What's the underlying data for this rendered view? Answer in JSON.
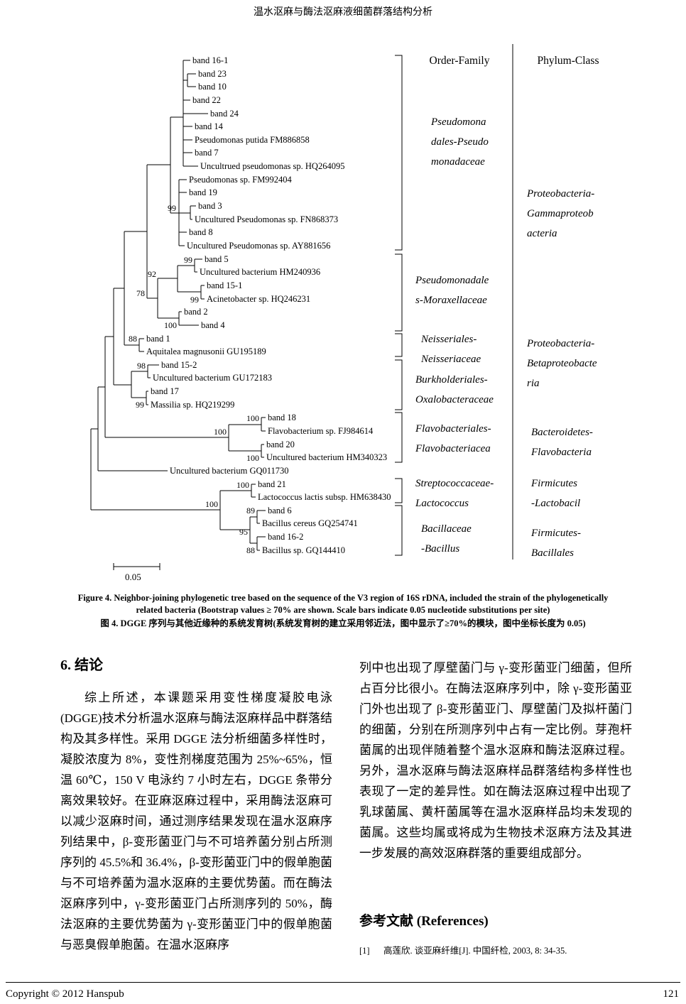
{
  "page": {
    "header_title": "温水沤麻与酶法沤麻液细菌群落结构分析",
    "footer": {
      "copyright": "Copyright © 2012 Hanspub",
      "page_number": "121"
    }
  },
  "figure": {
    "headers": {
      "order_family": "Order-Family",
      "phylum_class": "Phylum-Class"
    },
    "leaves": [
      "band 16-1",
      "band 23",
      "band 10",
      "band 22",
      "band 24",
      "band 14",
      "Pseudomonas putida FM886858",
      "band 7",
      "Uncultrued pseudomonas sp. HQ264095",
      "Pseudomonas sp. FM992404",
      "band 19",
      "band 3",
      "Uncultured Pseudomonas sp. FN868373",
      "band 8",
      "Uncultured Pseudomonas sp. AY881656",
      "band 5",
      "Uncultured bacterium HM240936",
      "band 15-1",
      "Acinetobacter sp. HQ246231",
      "band 2",
      "band 4",
      "band 1",
      "Aquitalea magnusonii GU195189",
      "band 15-2",
      "Uncultured bacterium GU172183",
      "band 17",
      "Massilia sp. HQ219299",
      "band 18",
      "Flavobacterium sp. FJ984614",
      "band 20",
      "Uncultured bacterium HM340323",
      "Uncultured bacterium GQ011730",
      "band 21",
      "Lactococcus lactis subsp. HM638430",
      "band 6",
      "Bacillus cereus GQ254741",
      "band 16-2",
      "Bacillus sp. GQ144410"
    ],
    "bootstraps": [
      "99",
      "78",
      "92",
      "99",
      "99",
      "100",
      "88",
      "98",
      "99",
      "100",
      "100",
      "100",
      "100",
      "100",
      "89",
      "95",
      "88"
    ],
    "order_family_groups": [
      [
        "Pseudomona",
        "dales-Pseudo",
        "monadaceae"
      ],
      [
        "Pseudomonadale",
        "s-Moraxellaceae"
      ],
      [
        "Neisseriales-",
        "Neisseriaceae"
      ],
      [
        "Burkholderiales-",
        "Oxalobacteraceae"
      ],
      [
        "Flavobacteriales-",
        "Flavobacteriacea"
      ],
      [
        "Streptococcaceae-",
        "Lactococcus"
      ],
      [
        "Bacillaceae",
        "-Bacillus"
      ]
    ],
    "phylum_class_groups": [
      [
        "Proteobacteria-",
        "Gammaproteob",
        "acteria"
      ],
      [
        "Proteobacteria-",
        "Betaproteobacte",
        "ria"
      ],
      [
        "Bacteroidetes-",
        "Flavobacteria"
      ],
      [
        "Firmicutes",
        "-Lactobacil"
      ],
      [
        "Firmicutes-",
        "Bacillales"
      ]
    ],
    "scale_label": "0.05"
  },
  "caption": {
    "line1_en": "Figure 4. Neighbor-joining phylogenetic tree based on the sequence of the V3 region of 16S rDNA, included the strain of the phylogenetically",
    "line2_en": "related bacteria (Bootstrap values ≥ 70% are shown. Scale bars indicate 0.05 nucleotide substitutions per site)",
    "line_zh": "图 4. DGGE 序列与其他近缘种的系统发育树(系统发育树的建立采用邻近法，图中显示了≥70%的模块，图中坐标长度为 0.05)"
  },
  "conclusion": {
    "heading": "6. 结论",
    "left_paragraph": "综上所述，本课题采用变性梯度凝胶电泳(DGGE)技术分析温水沤麻与酶法沤麻样品中群落结构及其多样性。采用 DGGE 法分析细菌多样性时，凝胶浓度为 8%，变性剂梯度范围为 25%~65%，恒温 60℃，150 V 电泳约 7 小时左右，DGGE 条带分离效果较好。在亚麻沤麻过程中，采用酶法沤麻可以减少沤麻时间，通过测序结果发现在温水沤麻序列结果中，β-变形菌亚门与不可培养菌分别占所测序列的 45.5%和 36.4%，β-变形菌亚门中的假单胞菌与不可培养菌为温水沤麻的主要优势菌。而在酶法沤麻序列中，γ-变形菌亚门占所测序列的 50%，酶法沤麻的主要优势菌为 γ-变形菌亚门中的假单胞菌与恶臭假单胞菌。在温水沤麻序",
    "right_paragraph": "列中也出现了厚壁菌门与 γ-变形菌亚门细菌，但所占百分比很小。在酶法沤麻序列中，除 γ-变形菌亚门外也出现了 β-变形菌亚门、厚壁菌门及拟杆菌门的细菌，分别在所测序列中占有一定比例。芽孢杆菌属的出现伴随着整个温水沤麻和酶法沤麻过程。另外，温水沤麻与酶法沤麻样品群落结构多样性也表现了一定的差异性。如在酶法沤麻过程中出现了乳球菌属、黄杆菌属等在温水沤麻样品均未发现的菌属。这些均属或将成为生物技术沤麻方法及其进一步发展的高效沤麻群落的重要组成部分。"
  },
  "references": {
    "heading": "参考文献  (References)",
    "item1_num": "[1]",
    "item1_text": "高莲欣. 谈亚麻纤维[J]. 中国纤检, 2003, 8: 34-35."
  }
}
